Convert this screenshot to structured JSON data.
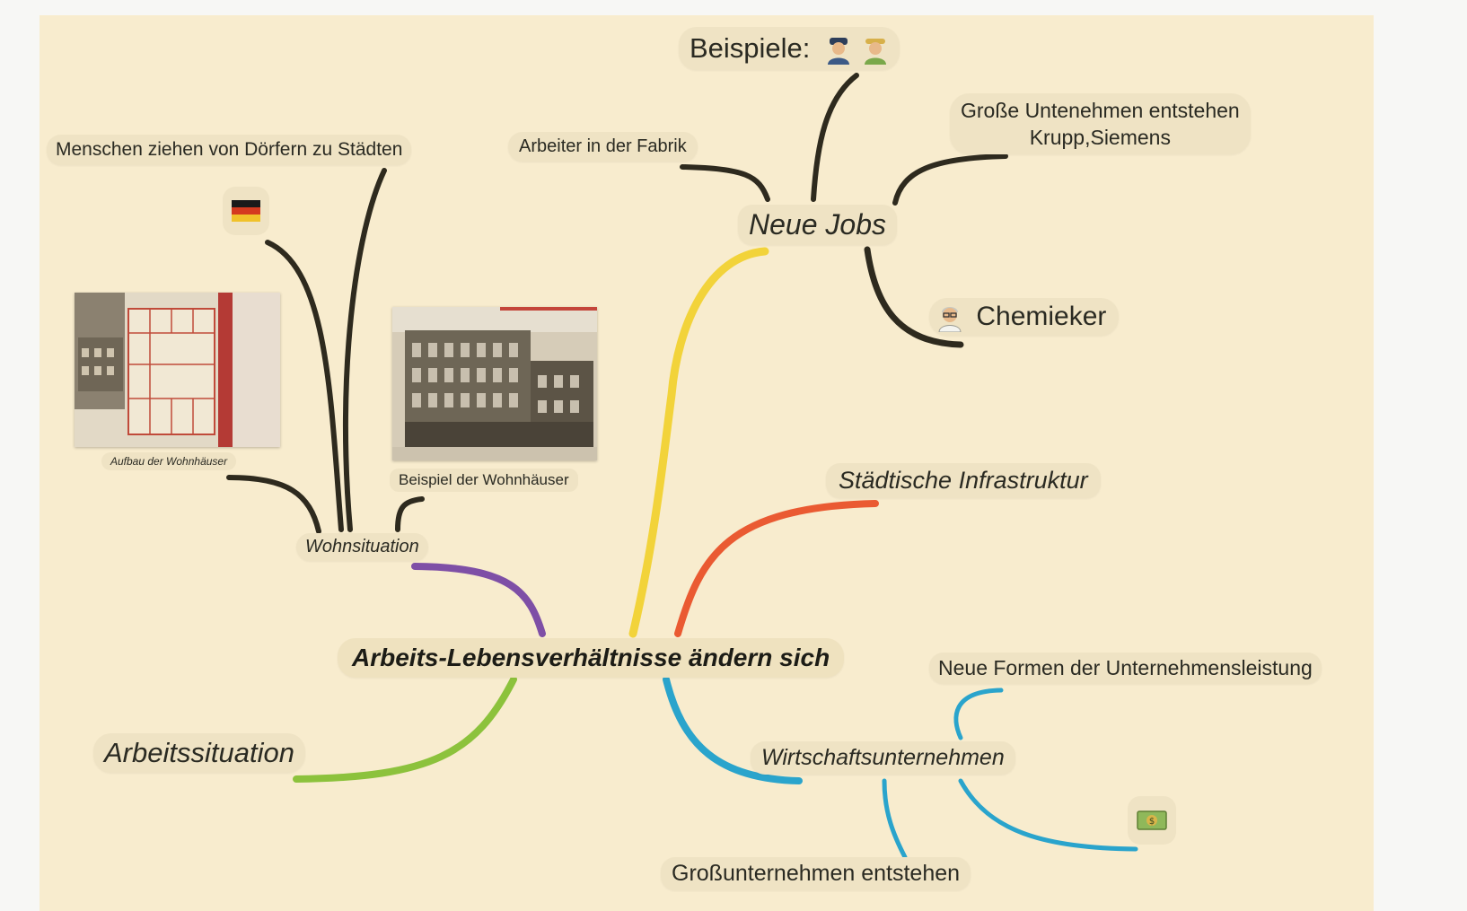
{
  "central": "Arbeits-Lebensverhältnisse ändern sich",
  "topics": {
    "neue_jobs": "Neue Jobs",
    "wohnsituation": "Wohnsituation",
    "staedtische_infrastruktur": "Städtische Infrastruktur",
    "arbeitssituation": "Arbeitssituation",
    "wirtschaftsunternehmen": "Wirtschaftsunternehmen"
  },
  "neue_jobs_children": {
    "beispiele": "Beispiele:",
    "arbeiter_fabrik": "Arbeiter in der Fabrik",
    "grosse_unternehmen_line1": "Große Untenehmen entstehen",
    "grosse_unternehmen_line2": "Krupp,Siemens",
    "chemieker": "Chemieker"
  },
  "wohnsituation_children": {
    "menschen_ziehen": "Menschen ziehen von Dörfern zu Städten",
    "aufbau_caption": "Aufbau der Wohnhäuser",
    "beispiel_caption": "Beispiel der Wohnhäuser"
  },
  "wirtschaft_children": {
    "neue_formen": "Neue Formen der Unternehmensleistung",
    "grossunternehmen": "Großunternehmen entstehen"
  },
  "icons": {
    "worker": "worker-emoji-icon",
    "farmer": "farmer-emoji-icon",
    "scientist": "scientist-emoji-icon",
    "flag": "germany-flag-icon",
    "money": "money-bill-icon"
  },
  "colors": {
    "canvas": "#f8ecce",
    "node_bg": "#efe3c4",
    "branch_dark": "#2e2a1e",
    "branch_yellow": "#f2d33a",
    "branch_red": "#ea5a32",
    "branch_purple": "#7e4fa6",
    "branch_green": "#8cc23c",
    "branch_blue": "#2aa4cc"
  }
}
